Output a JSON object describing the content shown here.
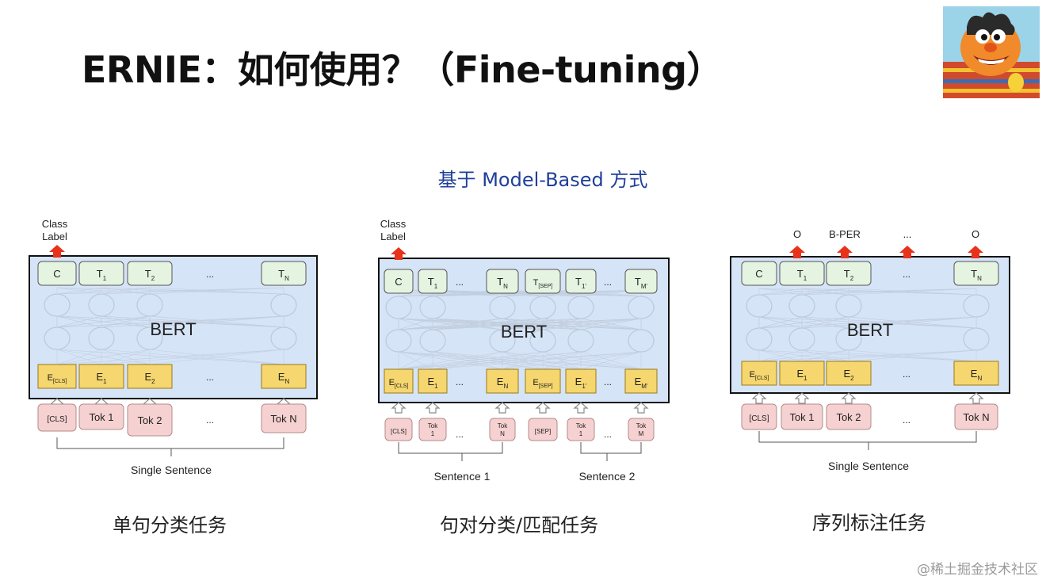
{
  "slide": {
    "title": "ERNIE：如何使用？（Fine-tuning）",
    "subtitle": "基于 Model-Based 方式",
    "watermark": "@稀土掘金技术社区"
  },
  "avatar": {
    "icon": "ernie-puppet-avatar"
  },
  "diagrams": [
    {
      "caption": "单句分类任务",
      "top_label": [
        "Class",
        "Label"
      ],
      "bert": "BERT",
      "output_tokens": [
        "C",
        "T1",
        "T2",
        "...",
        "TN"
      ],
      "embedding_tokens": [
        "E[CLS]",
        "E1",
        "E2",
        "...",
        "EN"
      ],
      "input_tokens": [
        "[CLS]",
        "Tok 1",
        "Tok 2",
        "...",
        "Tok N"
      ],
      "bracket_labels": [
        "Single Sentence"
      ]
    },
    {
      "caption": "句对分类/匹配任务",
      "top_label": [
        "Class",
        "Label"
      ],
      "bert": "BERT",
      "output_tokens": [
        "C",
        "T1",
        "...",
        "TN",
        "T[SEP]",
        "T1'",
        "...",
        "TM'"
      ],
      "embedding_tokens": [
        "E[CLS]",
        "E1",
        "...",
        "EN",
        "E[SEP]",
        "E1'",
        "...",
        "EM'"
      ],
      "input_tokens": [
        "[CLS]",
        "Tok 1",
        "...",
        "Tok N",
        "[SEP]",
        "Tok 1",
        "...",
        "Tok M"
      ],
      "bracket_labels": [
        "Sentence 1",
        "Sentence 2"
      ]
    },
    {
      "caption": "序列标注任务",
      "output_labels": [
        "O",
        "B-PER",
        "...",
        "O"
      ],
      "bert": "BERT",
      "output_tokens": [
        "C",
        "T1",
        "T2",
        "...",
        "TN"
      ],
      "embedding_tokens": [
        "E[CLS]",
        "E1",
        "E2",
        "...",
        "EN"
      ],
      "input_tokens": [
        "[CLS]",
        "Tok 1",
        "Tok 2",
        "...",
        "Tok N"
      ],
      "bracket_labels": [
        "Single Sentence"
      ]
    }
  ],
  "colors": {
    "bert_box": "#d6e4f7",
    "output_token": "#e5f3e1",
    "embedding": "#f6d66e",
    "input_token": "#f6d1d1",
    "arrow": "#e8331c",
    "subtitle": "#1f3f9a"
  }
}
